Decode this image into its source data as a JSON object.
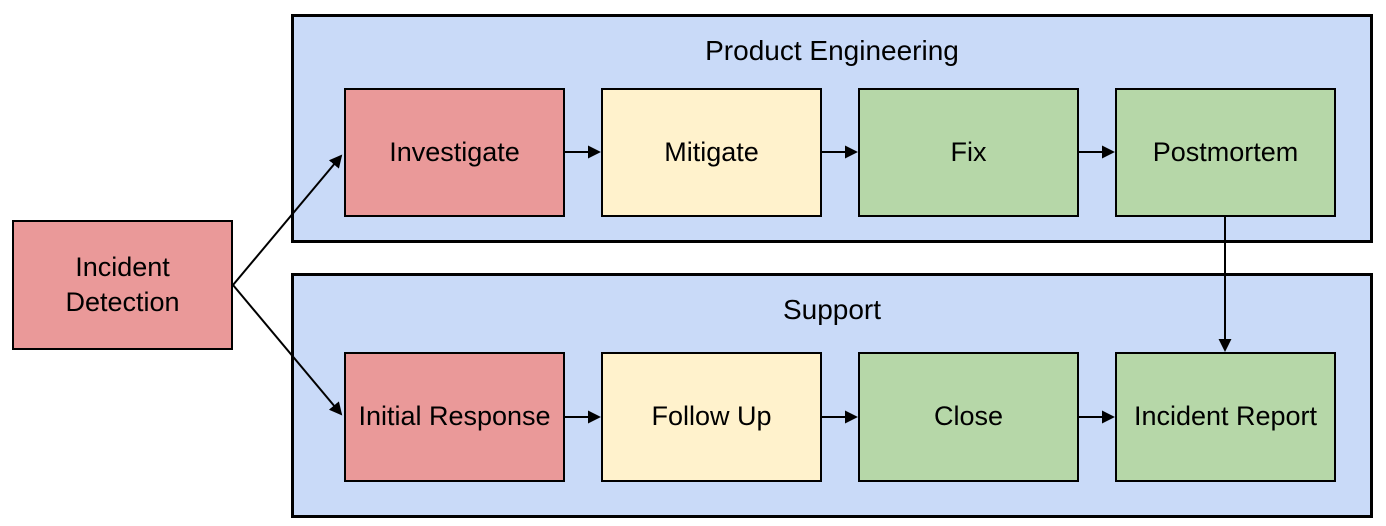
{
  "diagram": {
    "type": "flowchart",
    "background": "#ffffff",
    "colors": {
      "red_node": "#ea9999",
      "yellow_node": "#fff2cc",
      "green_node": "#b6d7a8",
      "lane_fill": "#c9daf8",
      "border": "#000000",
      "text": "#000000",
      "arrow": "#000000"
    },
    "start_node": {
      "label": "Incident Detection",
      "color_role": "red_node"
    },
    "lanes": [
      {
        "label": "Product Engineering",
        "color_role": "lane_fill",
        "nodes": [
          {
            "label": "Investigate",
            "color_role": "red_node"
          },
          {
            "label": "Mitigate",
            "color_role": "yellow_node"
          },
          {
            "label": "Fix",
            "color_role": "green_node"
          },
          {
            "label": "Postmortem",
            "color_role": "green_node"
          }
        ]
      },
      {
        "label": "Support",
        "color_role": "lane_fill",
        "nodes": [
          {
            "label": "Initial Response",
            "color_role": "red_node"
          },
          {
            "label": "Follow Up",
            "color_role": "yellow_node"
          },
          {
            "label": "Close",
            "color_role": "green_node"
          },
          {
            "label": "Incident Report",
            "color_role": "green_node"
          }
        ]
      }
    ],
    "edges": [
      {
        "from": "Incident Detection",
        "to": "Investigate"
      },
      {
        "from": "Incident Detection",
        "to": "Initial Response"
      },
      {
        "from": "Investigate",
        "to": "Mitigate"
      },
      {
        "from": "Mitigate",
        "to": "Fix"
      },
      {
        "from": "Fix",
        "to": "Postmortem"
      },
      {
        "from": "Postmortem",
        "to": "Incident Report"
      },
      {
        "from": "Initial Response",
        "to": "Follow Up"
      },
      {
        "from": "Follow Up",
        "to": "Close"
      },
      {
        "from": "Close",
        "to": "Incident Report"
      }
    ]
  }
}
